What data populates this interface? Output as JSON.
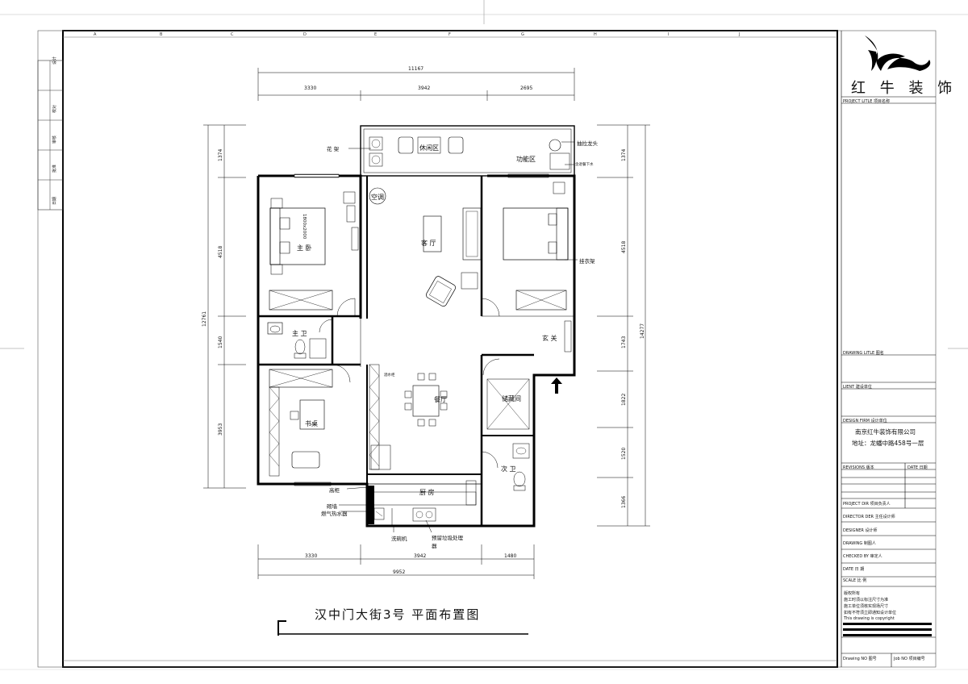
{
  "drawing": {
    "title": "汉中门大街3号  平面布置图",
    "overall_dims": {
      "top_total": "11167",
      "top_segments": [
        "3330",
        "3942",
        "2695"
      ],
      "bottom_total": "9952",
      "bottom_segments": [
        "3330",
        "3942",
        "1480"
      ],
      "left_total": "12761",
      "left_segments": [
        "1374",
        "4518",
        "1540",
        "3953"
      ],
      "right_total": "14277",
      "right_segments": [
        "1374",
        "4518",
        "1743",
        "1822",
        "1520",
        "1366"
      ]
    },
    "rooms": {
      "leisure": "休闲区",
      "function": "功能区",
      "master_bedroom": "主 卧",
      "bed_size": "1800x2000",
      "living_room": "客 厅",
      "second_bedroom_note": "挂衣架",
      "master_bath": "主 卫",
      "entrance": "玄 关",
      "dining": "餐厅",
      "storage": "储藏间",
      "study": "书桌",
      "guest_bath": "次 卫",
      "kitchen": "厨 房"
    },
    "annotations": {
      "flower_rack": "花 架",
      "ac": "空调",
      "faucet": "抽拉龙头",
      "drain": "含退餐下水",
      "wine_cabinet": "酒水柜",
      "tall_cabinet": "高柜",
      "cut_wall": "砌墙",
      "water_heater": "燃气热水器",
      "dishwasher": "洗碗机",
      "garbage_disposer": "预留垃圾处理器"
    }
  },
  "title_block": {
    "company_logo_text": "红 牛 装 饰",
    "project_title": "PROJECT LITLE",
    "project_title_cn": "项目名称",
    "drawing_title": "DRAWING LITLE",
    "drawing_title_cn": "图名",
    "client": "LIENT",
    "client_cn": "建设单位",
    "design_firm": "DESIGN FIRM",
    "design_firm_cn": "设计单位",
    "company_name": "南京红牛装饰有限公司",
    "company_address": "地址：龙蟠中路458号一层",
    "revisions": "REVISIONS",
    "revisions_cn": "版本",
    "date_hdr": "DATE",
    "date_hdr_cn": "日期",
    "project_dir": "PROJECT DIR",
    "project_dir_cn": "项目负责人",
    "director_der": "DIRECTOR DER",
    "director_der_cn": "主任设计师",
    "designer": "DESIGNER",
    "designer_cn": "设计师",
    "drawing": "DRAWING",
    "drawing_cn": "制图人",
    "checked_by": "CHECKED BY",
    "checked_by_cn": "审定人",
    "date": "DATE",
    "date_cn": "日 期",
    "scale": "SCALE",
    "scale_cn": "比 例",
    "copyright_lines": [
      "版权所有",
      "施工时须以标注尺寸为准",
      "施工单位须核实现场尺寸",
      "如有不符须立即通知设计单位",
      "This drawing is copyright"
    ],
    "drawing_no": "Drawing NO",
    "drawing_no_cn": "图号",
    "job_no": "Job NO",
    "job_no_cn": "项目编号"
  },
  "grid_letters": [
    "A",
    "B",
    "C",
    "D",
    "E",
    "F",
    "G",
    "H",
    "I",
    "J"
  ],
  "side_stamps": [
    "设计",
    "校对",
    "审核",
    "批准",
    "日期"
  ]
}
